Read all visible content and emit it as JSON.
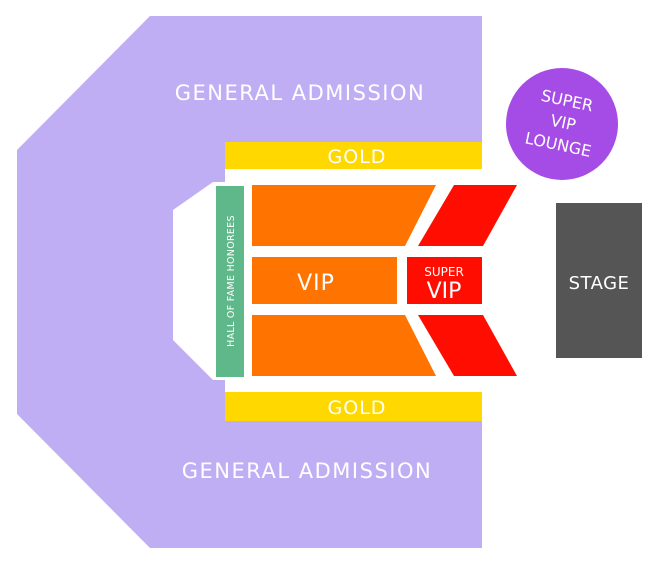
{
  "sections": {
    "general_admission_top": {
      "label": "GENERAL ADMISSION"
    },
    "general_admission_bottom": {
      "label": "GENERAL ADMISSION"
    },
    "gold_top": {
      "label": "GOLD"
    },
    "gold_bottom": {
      "label": "GOLD"
    },
    "hall_of_fame": {
      "label": "HALL OF FAME HONOREES"
    },
    "vip": {
      "label": "VIP"
    },
    "super_vip": {
      "label_line1": "SUPER",
      "label_line2": "VIP"
    },
    "super_vip_lounge": {
      "label_line1": "SUPER",
      "label_line2": "VIP",
      "label_line3": "LOUNGE"
    },
    "stage": {
      "label": "STAGE"
    }
  },
  "colors": {
    "general_admission": "#c0aef5",
    "gold": "#ffd800",
    "vip": "#ff7400",
    "super_vip": "#ff0d00",
    "hall_of_fame": "#5fb88a",
    "lounge": "#a64ce6",
    "stage": "#555555"
  }
}
